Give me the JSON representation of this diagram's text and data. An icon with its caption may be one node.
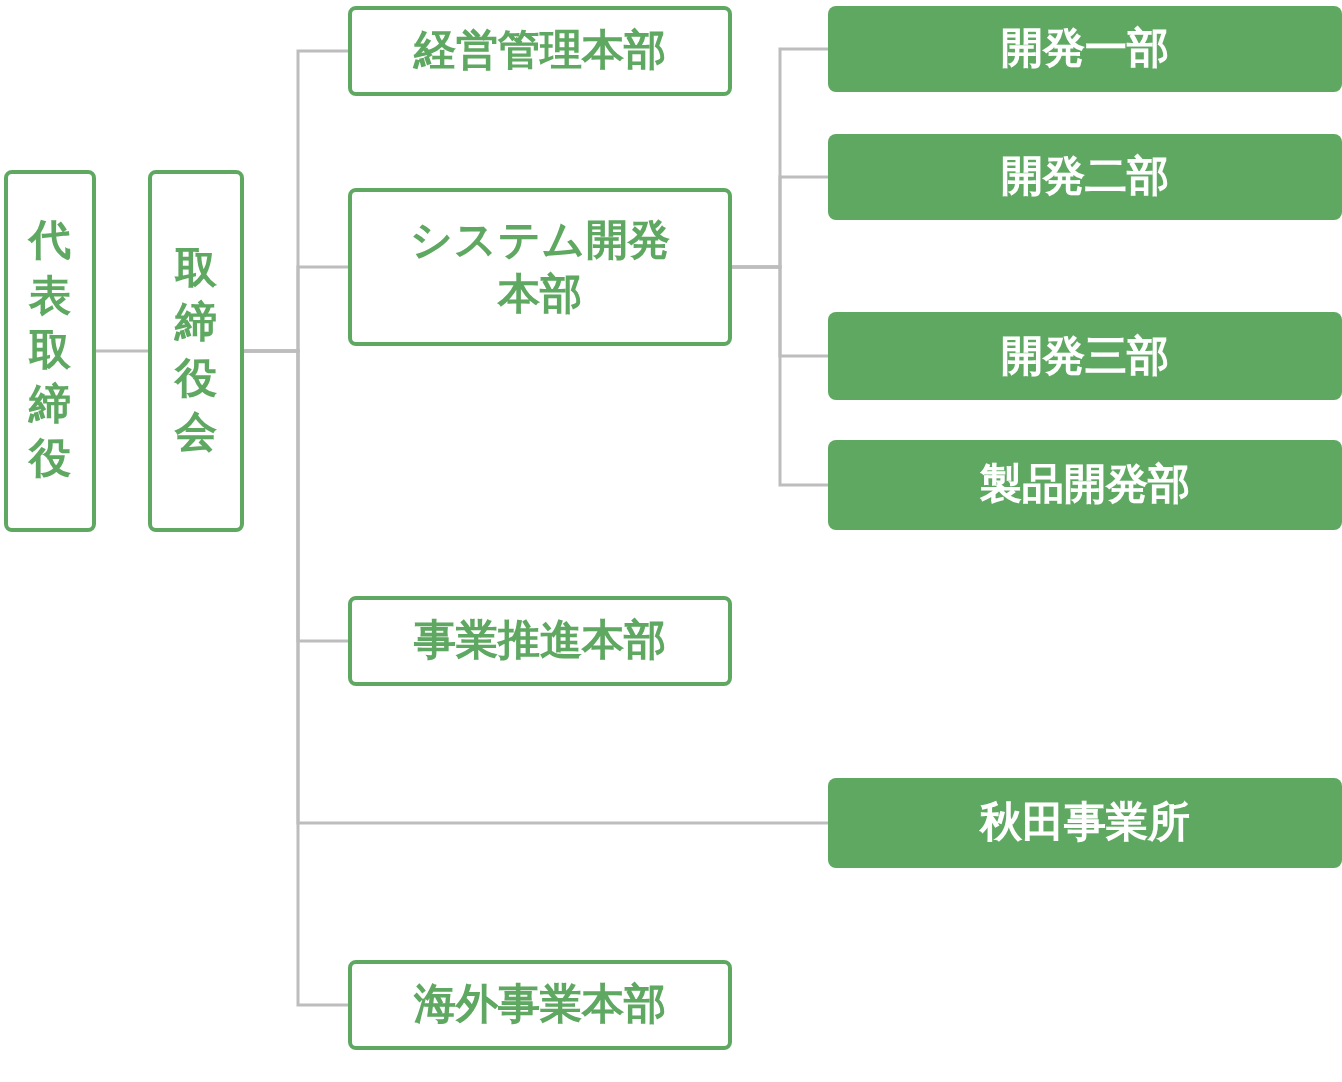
{
  "diagram": {
    "nodes": [
      {
        "text": [
          "代表取締役"
        ]
      },
      {
        "text": [
          "取締役会"
        ]
      },
      {
        "text": [
          "経営管理本部"
        ]
      },
      {
        "text": [
          "システム開発本部"
        ]
      },
      {
        "text": [
          "開発一部"
        ]
      },
      {
        "text": [
          "開発二部"
        ]
      },
      {
        "text": [
          "開発三部"
        ]
      },
      {
        "text": [
          "製品開発部"
        ]
      },
      {
        "text": [
          "事業推進本部"
        ]
      },
      {
        "text": [
          "秋田事業所"
        ]
      },
      {
        "text": [
          "海外事業本部"
        ]
      }
    ],
    "edges": [
      {
        "from": 0,
        "to": 1,
        "arrow": "none"
      },
      {
        "from": 1,
        "to": 2,
        "arrow": "none"
      },
      {
        "from": 1,
        "to": 3,
        "arrow": "none"
      },
      {
        "from": 1,
        "to": 8,
        "arrow": "none"
      },
      {
        "from": 1,
        "to": 9,
        "arrow": "none"
      },
      {
        "from": 1,
        "to": 10,
        "arrow": "none"
      },
      {
        "from": 3,
        "to": 4,
        "arrow": "none"
      },
      {
        "from": 3,
        "to": 5,
        "arrow": "none"
      },
      {
        "from": 3,
        "to": 6,
        "arrow": "none"
      },
      {
        "from": 3,
        "to": 7,
        "arrow": "none"
      }
    ]
  }
}
